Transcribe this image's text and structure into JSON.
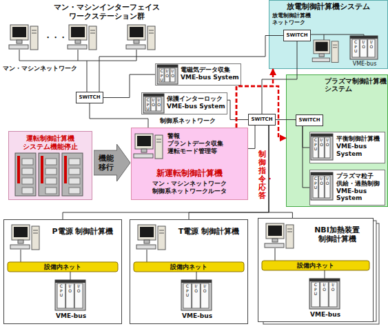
{
  "diagram": {
    "nodes": [
      {
        "text": [
          "SWITCH"
        ]
      },
      {
        "text": [
          "放電制御計算機システム"
        ]
      },
      {
        "text": [
          "SWITCH"
        ],
        "in": 1
      },
      {
        "text": [
          "電磁気データ収集 VME-bus System"
        ]
      },
      {
        "text": [
          "保護インターロック VME-bus System"
        ]
      },
      {
        "text": [
          "SWITCH"
        ]
      },
      {
        "text": [
          "プラズマ制御計算機 システム"
        ]
      },
      {
        "text": [
          "SWITCH"
        ],
        "in": 6
      },
      {
        "text": [
          "平衡制御計算機 VME-bus System"
        ],
        "in": 6
      },
      {
        "text": [
          "プラズマ粒子 供給・過熱制御 VME-bus System"
        ],
        "in": 6
      },
      {
        "text": [
          "運転制御計算機 システム機能停止"
        ]
      },
      {
        "text": [
          "機能 移行"
        ]
      },
      {
        "text": [
          "警報 プラントデータ収集 運転モード管理等",
          "新運転制御計算機",
          "マン・マシンネットワーク 制御系ネットワークルータ"
        ]
      },
      {
        "text": [
          "P電源 制御計算機",
          "設備内ネット",
          "VME-bus"
        ]
      },
      {
        "text": [
          "T電源 制御計算機",
          "設備内ネット",
          "VME-bus"
        ]
      },
      {
        "text": [
          "NBI加熱装置 制御計算機",
          "設備内ネット",
          "VME-bus"
        ]
      }
    ],
    "edges": [
      {
        "from": 0,
        "to": 12,
        "arrow": "none"
      },
      {
        "from": 0,
        "to": 3,
        "arrow": "none"
      },
      {
        "from": 0,
        "to": 2,
        "arrow": "none"
      },
      {
        "from": 5,
        "to": 4,
        "arrow": "none"
      },
      {
        "from": 5,
        "to": 12,
        "arrow": "none"
      },
      {
        "from": 5,
        "to": 2,
        "arrow": "none"
      },
      {
        "from": 5,
        "to": 7,
        "arrow": "none"
      },
      {
        "from": 5,
        "to": 13,
        "arrow": "none"
      },
      {
        "from": 5,
        "to": 14,
        "arrow": "none"
      },
      {
        "from": 5,
        "to": 15,
        "arrow": "none"
      },
      {
        "from": 7,
        "to": 8,
        "arrow": "none"
      },
      {
        "from": 7,
        "to": 9,
        "arrow": "none"
      },
      {
        "from": 12,
        "to": 1,
        "arrow": "to"
      },
      {
        "from": 12,
        "to": 6,
        "arrow": "to"
      }
    ],
    "labels": [
      "マン・マシンインターフェイス ワークステーション群",
      "・・・",
      "マン・マシンネットワーク",
      "放電制御計算機 ネットワーク",
      "VME-bus",
      "制御系ネットワーク",
      "制御指令・応答",
      "CPU",
      "I/O",
      "I/O",
      "CPU",
      "I/O",
      "I/O",
      "CPU",
      "I/O",
      "I/O",
      "CPU",
      "I/O",
      "I/O",
      "CPU",
      "I/O",
      "I/O",
      "CPU",
      "I/O",
      "I/O",
      "CPU",
      "I/O",
      "I/O",
      "CPU",
      "I/O",
      "I/O"
    ]
  }
}
